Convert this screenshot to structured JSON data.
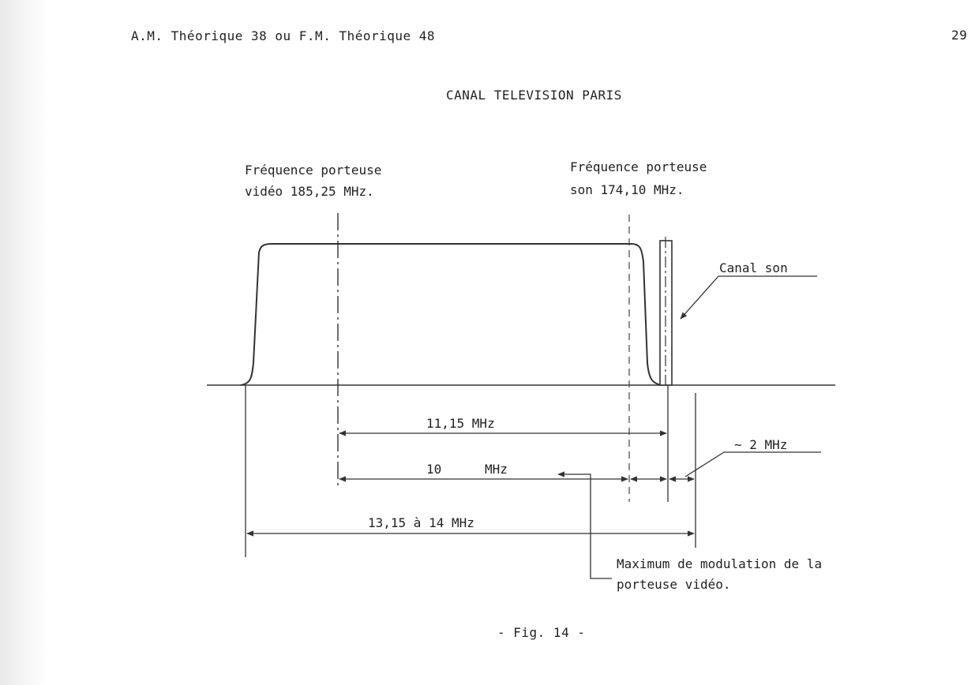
{
  "header": {
    "left": "A.M. Théorique 38  ou  F.M. Théorique 48",
    "page_number": "29"
  },
  "title": "CANAL TELEVISION PARIS",
  "diagram": {
    "video_carrier": {
      "line1": "Fréquence porteuse",
      "line2": "vidéo 185,25 MHz."
    },
    "sound_carrier": {
      "line1": "Fréquence porteuse",
      "line2": "son 174,10 MHz."
    },
    "sound_channel_label": "Canal son",
    "dimensions": {
      "carrier_spacing": "11,15 MHz",
      "ten_mhz_value": "10",
      "ten_mhz_unit": "MHz",
      "approx_two_mhz": "∼ 2 MHz",
      "total_width": "13,15 à 14 MHz"
    },
    "max_modulation": {
      "line1": "Maximum de modulation de la",
      "line2": "porteuse vidéo."
    }
  },
  "caption": "- Fig. 14 -"
}
